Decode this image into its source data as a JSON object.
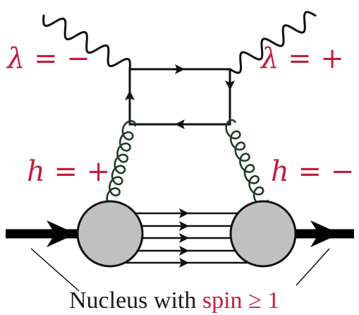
{
  "labels": {
    "photon_left": "λ = −",
    "photon_right": "λ = +",
    "gluon_left": "h = +",
    "gluon_right": "h = −"
  },
  "caption": {
    "prefix": "Nucleus with ",
    "highlight": "spin ≥ 1"
  },
  "colors": {
    "label_red": "#c21e3c",
    "gluon_green": "#1f3b2a",
    "blob_fill": "#c0c0c0",
    "line_black": "#111111"
  },
  "icons": {
    "incoming_photon": "wavy-line",
    "outgoing_photon": "wavy-line",
    "gluons": "curly-line",
    "nucleus_blobs": "gray-circle"
  }
}
